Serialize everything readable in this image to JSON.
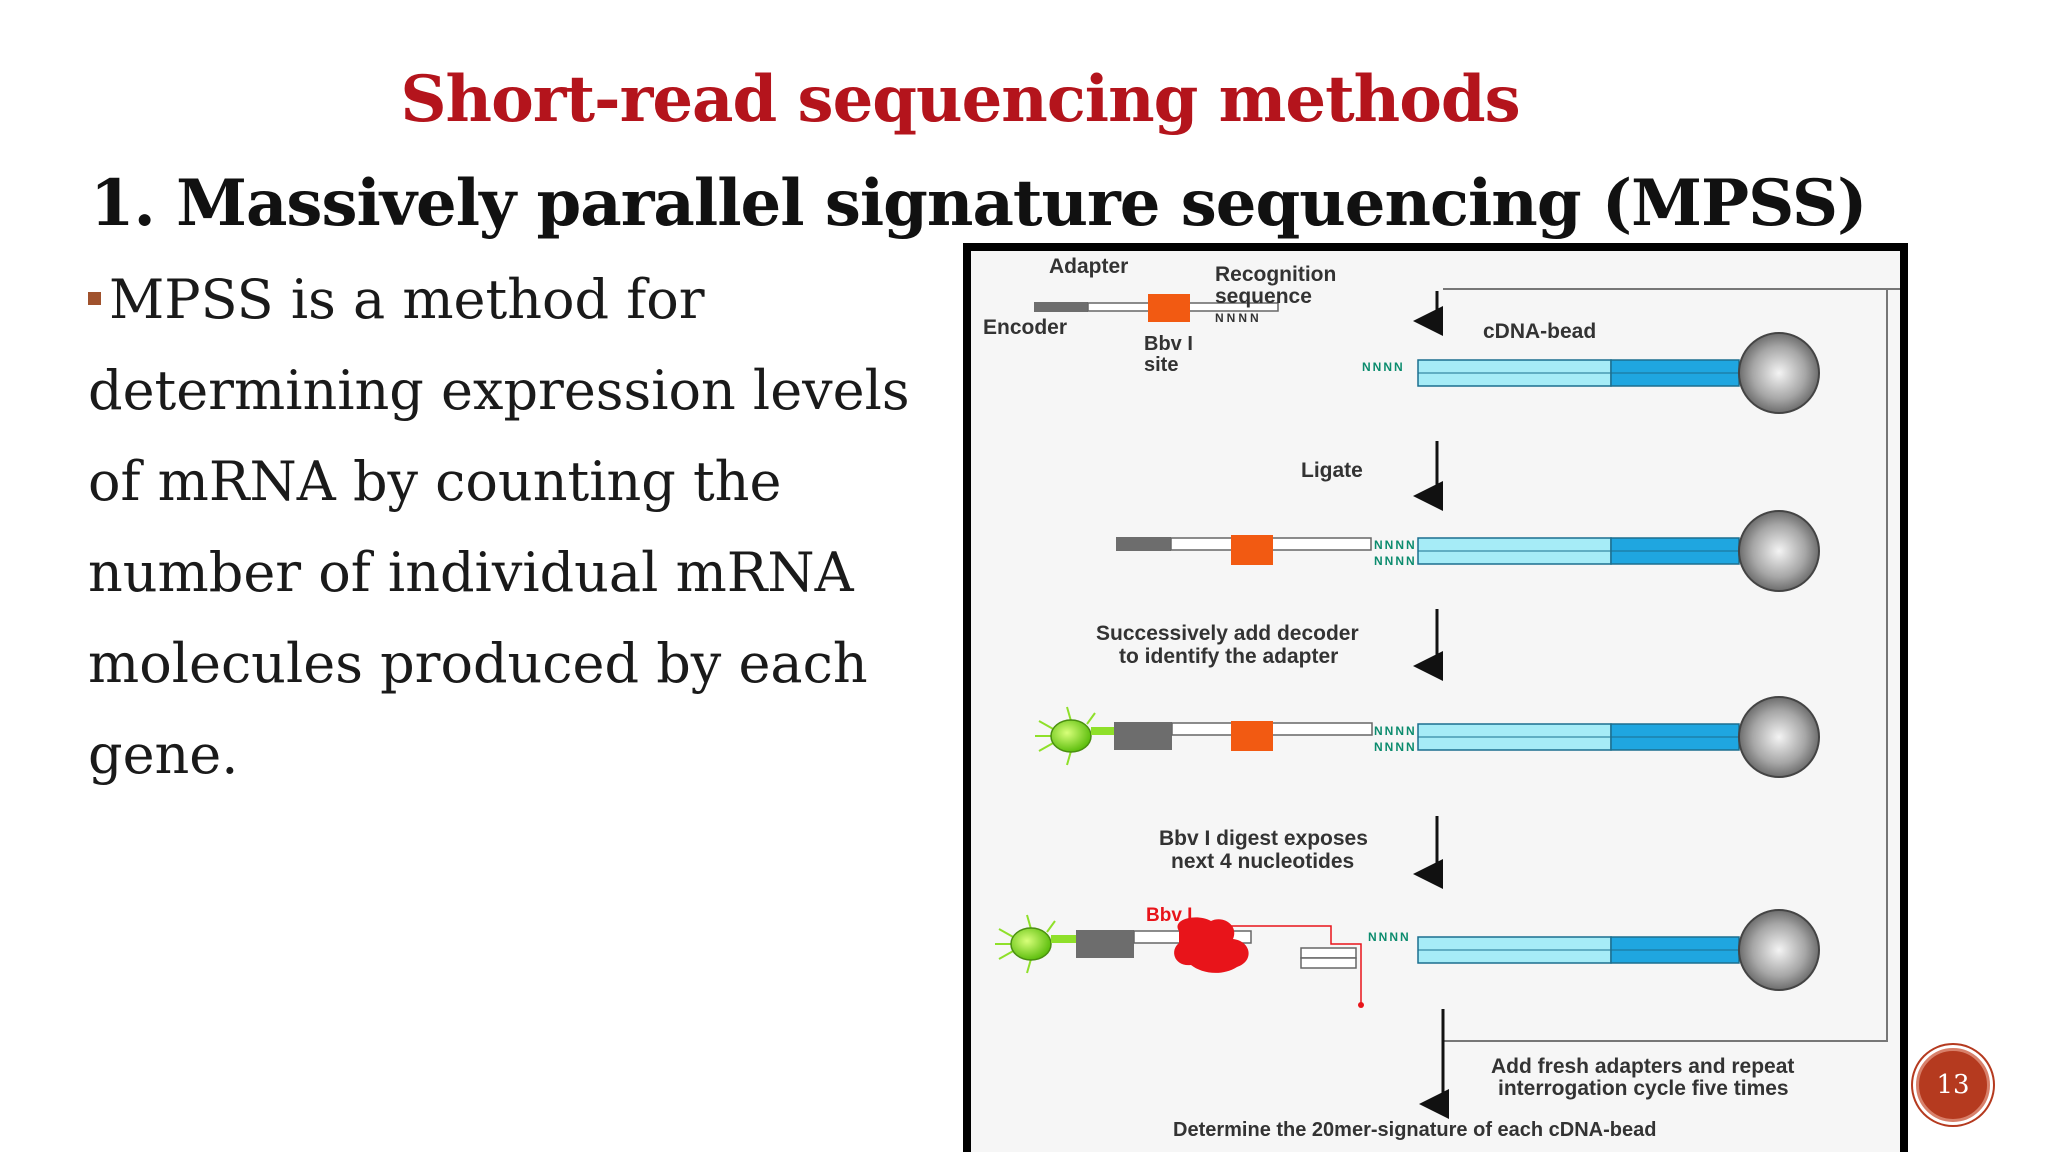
{
  "slide": {
    "title": "Short-read sequencing methods",
    "subtitle": "1. Massively parallel signature sequencing (MPSS)",
    "bullet_lines": [
      "MPSS is a method for",
      "determining expression levels",
      "of mRNA by counting the",
      "number of individual mRNA",
      "molecules produced by each",
      "gene."
    ],
    "page_number": "13"
  },
  "diagram": {
    "labels": {
      "adapter": "Adapter",
      "encoder": "Encoder",
      "bbvi_site_1": "Bbv I",
      "bbvi_site_2": "site",
      "recognition_1": "Recognition",
      "recognition_2": "sequence",
      "nnnn": "NNNN",
      "cdna_bead": "cDNA-bead",
      "ligate": "Ligate",
      "decoder_1": "Successively add decoder",
      "decoder_2": "to identify the adapter",
      "digest_1": "Bbv I digest exposes",
      "digest_2": "next 4 nucleotides",
      "bbvi_enzyme": "Bbv I",
      "repeat_1": "Add fresh adapters and repeat",
      "repeat_2": "interrogation cycle five times",
      "determine": "Determine the 20mer-signature of each cDNA-bead"
    },
    "colors": {
      "cdna_light": "#a6ecf7",
      "cdna_dark": "#1fa6e0",
      "encoder_orange": "#f25a12",
      "encoder_gray": "#6d6d6d",
      "decoder_green": "#8fe02a",
      "enzyme_red": "#e8141a",
      "nnnn_teal": "#0c8c6e",
      "bead_gray": "#9a9a9a"
    }
  }
}
